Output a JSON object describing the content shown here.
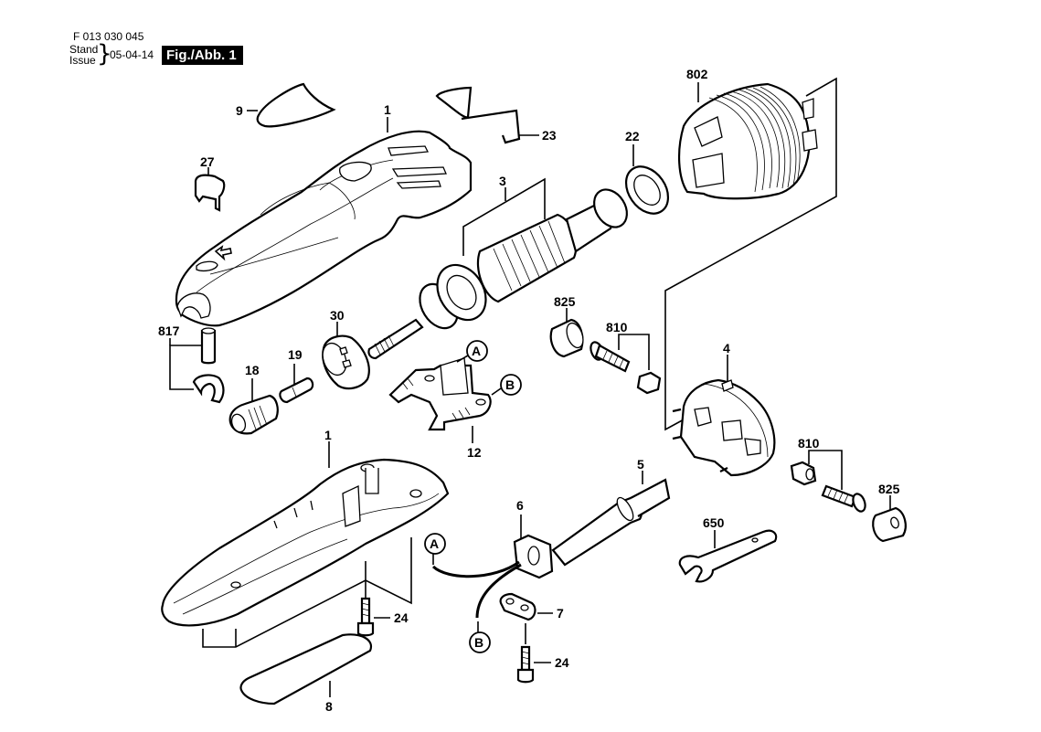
{
  "header": {
    "document_number": "F 013 030 045",
    "stand_label": "Stand",
    "issue_label": "Issue",
    "brace": "}",
    "date": "05-04-14",
    "figure_label": "Fig./Abb. 1"
  },
  "parts": {
    "p9": "9",
    "p1_top": "1",
    "p23": "23",
    "p22": "22",
    "p802": "802",
    "p27": "27",
    "p3": "3",
    "p825_a": "825",
    "p810_a": "810",
    "p817": "817",
    "p30": "30",
    "p19": "19",
    "p18": "18",
    "p4": "4",
    "p12": "12",
    "p1_bottom": "1",
    "p5": "5",
    "p6": "6",
    "p810_b": "810",
    "p825_b": "825",
    "p650": "650",
    "p7": "7",
    "p24_a": "24",
    "p24_b": "24",
    "p8": "8"
  },
  "connectors": {
    "A_brush": "A",
    "B_brush": "B",
    "A_cable": "A",
    "B_cable": "B"
  }
}
